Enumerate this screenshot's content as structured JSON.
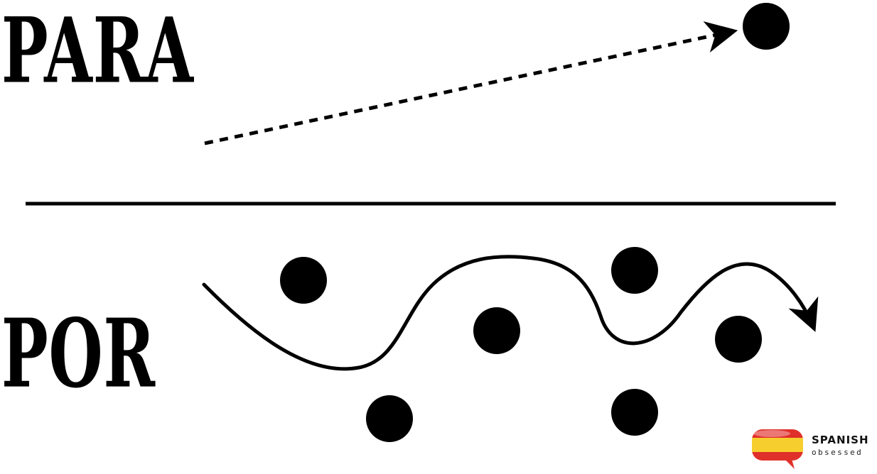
{
  "labels": {
    "para": "PARA",
    "por": "POR"
  },
  "branding": {
    "name": "SPANISH",
    "tagline": "obsessed",
    "logo_icon": "spanish-flag-speech-bubble-icon"
  },
  "colors": {
    "ink": "#000000",
    "background": "#ffffff",
    "flag_red": "#e0302a",
    "flag_yellow": "#f6cf2e"
  }
}
